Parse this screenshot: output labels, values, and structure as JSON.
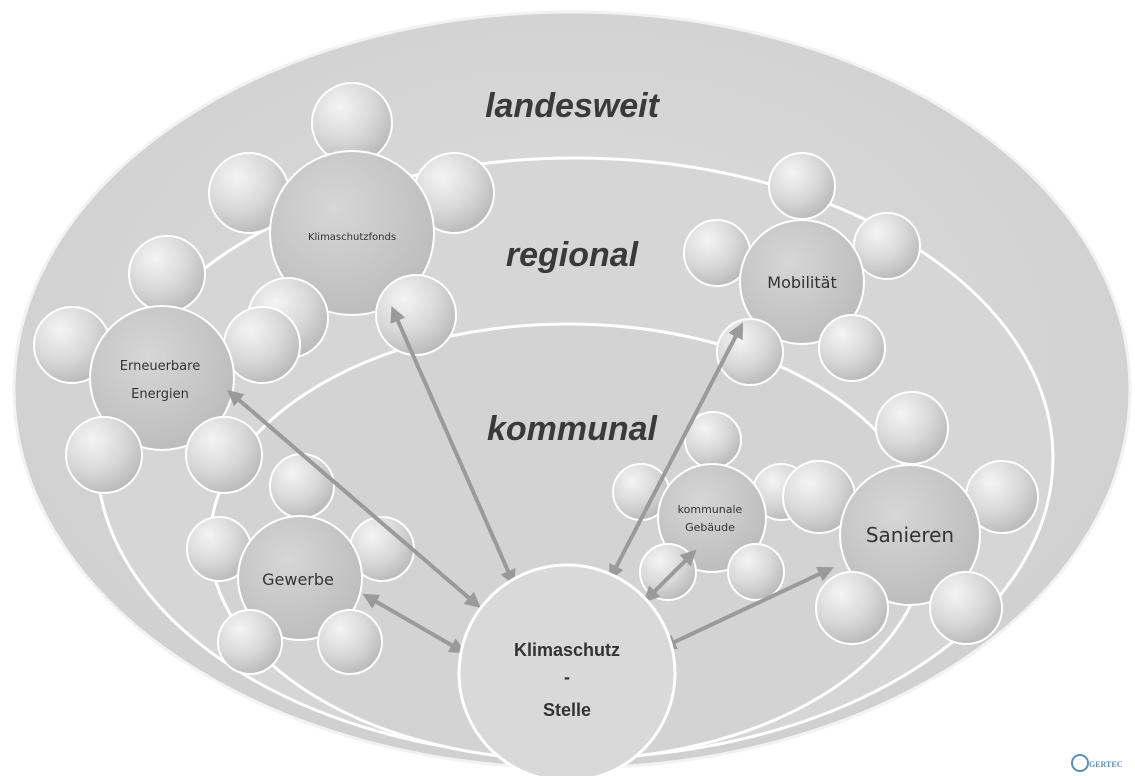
{
  "levels": {
    "outer": "landesweit",
    "middle": "regional",
    "inner": "kommunal"
  },
  "center": {
    "line1": "Klimaschutz",
    "line2": "-",
    "line3": "Stelle"
  },
  "clusters": {
    "klimaschutzfonds": "Klimaschutzfonds",
    "erneuerbare_line1": "Erneuerbare",
    "erneuerbare_line2": "Energien",
    "mobilitaet": "Mobilität",
    "gewerbe": "Gewerbe",
    "kommunale_line1": "kommunale",
    "kommunale_line2": "Gebäude",
    "sanieren": "Sanieren"
  },
  "logo": "GERTEC",
  "colors": {
    "background": "#ffffff",
    "ellipse_fill": "#d9d9d9",
    "ring_stroke": "#ffffff",
    "arrow": "#9a9a9a",
    "text": "#333333"
  }
}
